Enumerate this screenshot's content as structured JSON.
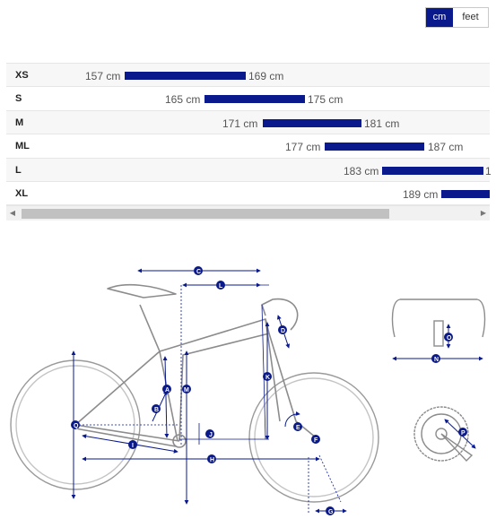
{
  "unit_toggle": {
    "cm": "cm",
    "feet": "feet",
    "selected": "cm"
  },
  "sizes": [
    {
      "size": "XS",
      "min": "157 cm",
      "max": "169 cm"
    },
    {
      "size": "S",
      "min": "165 cm",
      "max": "175 cm"
    },
    {
      "size": "M",
      "min": "171 cm",
      "max": "181 cm"
    },
    {
      "size": "ML",
      "min": "177 cm",
      "max": "187 cm"
    },
    {
      "size": "L",
      "min": "183 cm",
      "max": "1"
    },
    {
      "size": "XL",
      "min": "189 cm",
      "max": ""
    }
  ],
  "geometry_labels": [
    "A",
    "B",
    "C",
    "D",
    "E",
    "F",
    "G",
    "H",
    "I",
    "J",
    "K",
    "L",
    "M",
    "N",
    "O",
    "P",
    "Q"
  ],
  "colors": {
    "accent": "#0a1a8c",
    "frame": "#8c8c8c",
    "row_alt": "#f7f7f7"
  }
}
